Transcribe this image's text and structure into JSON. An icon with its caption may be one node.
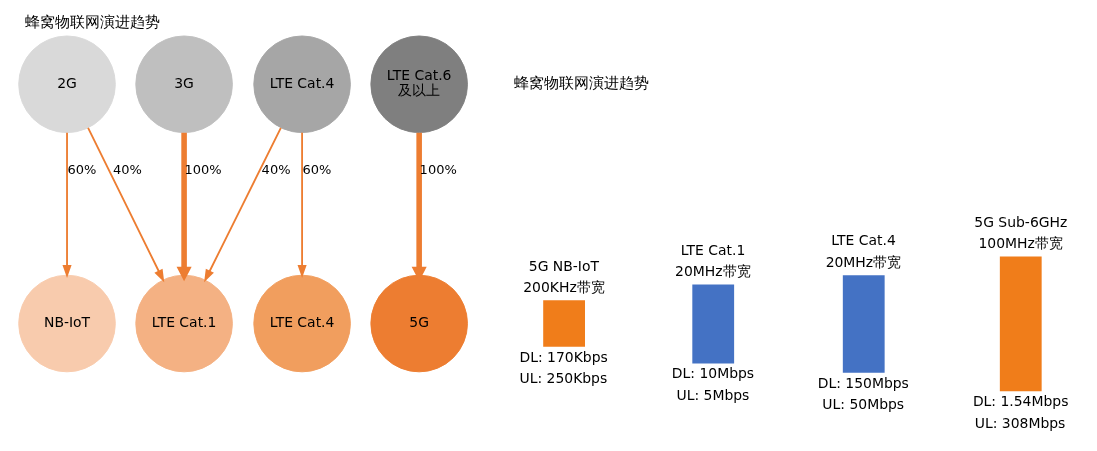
{
  "diagram": {
    "title": "蜂窝物联网演进趋势",
    "nodes": [
      {
        "text": [
          "2G"
        ]
      },
      {
        "text": [
          "3G"
        ]
      },
      {
        "text": [
          "LTE Cat.4"
        ]
      },
      {
        "text": [
          "LTE Cat.6 及以上"
        ]
      },
      {
        "text": [
          "NB-IoT"
        ]
      },
      {
        "text": [
          "LTE Cat.1"
        ]
      },
      {
        "text": [
          "LTE Cat.4"
        ]
      },
      {
        "text": [
          "5G"
        ]
      },
      {
        "text": [],
        "shape": "bar",
        "beside": [
          "5G NB-IoT",
          "200KHz带宽",
          "DL: 170Kbps",
          "UL: 250Kbps"
        ]
      },
      {
        "text": [],
        "shape": "bar",
        "beside": [
          "LTE Cat.1",
          "20MHz带宽",
          "DL: 10Mbps",
          "UL: 5Mbps"
        ]
      },
      {
        "text": [],
        "shape": "bar",
        "beside": [
          "LTE Cat.4",
          "20MHz带宽",
          "DL: 150Mbps",
          "UL: 50Mbps"
        ]
      },
      {
        "text": [],
        "shape": "bar",
        "beside": [
          "5G Sub-6GHz",
          "100MHz带宽",
          "DL: 1.54Mbps",
          "UL: 308Mbps"
        ]
      }
    ],
    "edges": [
      {
        "from": 0,
        "to": 4,
        "arrow": "to",
        "label": "60%"
      },
      {
        "from": 0,
        "to": 5,
        "arrow": "to",
        "label": "40%"
      },
      {
        "from": 1,
        "to": 5,
        "arrow": "to",
        "label": "100%",
        "style": "thick"
      },
      {
        "from": 2,
        "to": 5,
        "arrow": "to",
        "label": "40%"
      },
      {
        "from": 2,
        "to": 6,
        "arrow": "to",
        "label": "60%"
      },
      {
        "from": 3,
        "to": 7,
        "arrow": "to",
        "label": "100%",
        "style": "thick"
      }
    ],
    "labels": [
      "蜂窝物联网演进趋势"
    ]
  }
}
